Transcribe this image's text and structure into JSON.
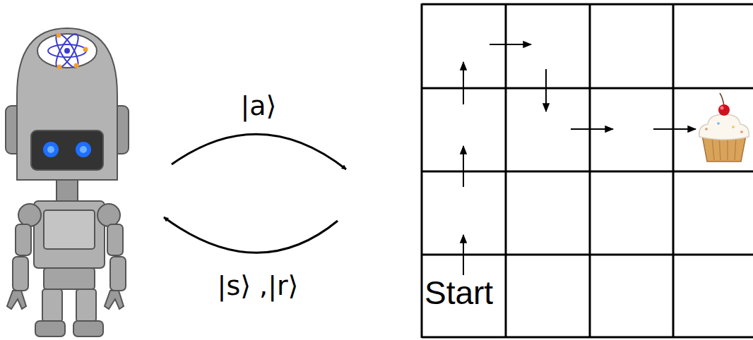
{
  "diagram": {
    "labels": [
      "|a⟩",
      "|s⟩ ,|r⟩",
      "Start"
    ]
  }
}
